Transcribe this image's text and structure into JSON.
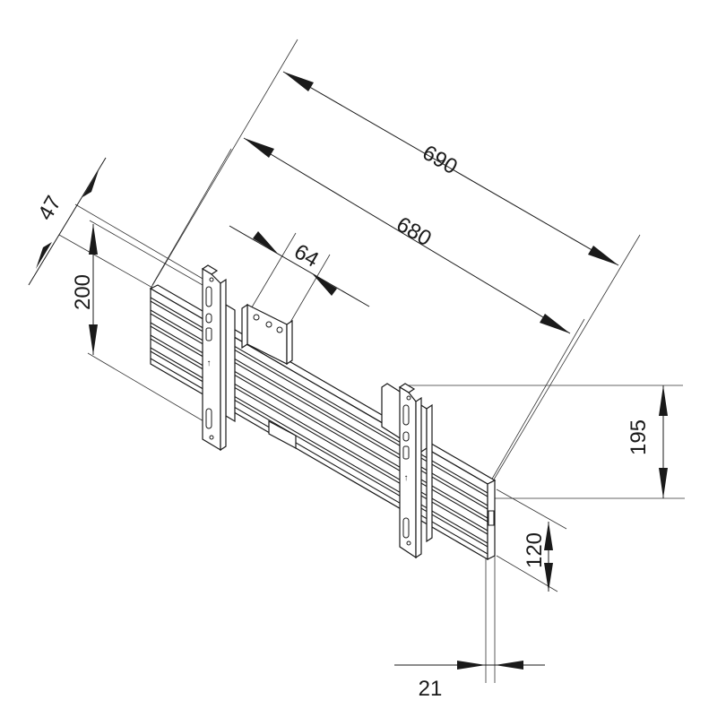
{
  "dimensions": {
    "d690": "690",
    "d680": "680",
    "d64": "64",
    "d47": "47",
    "d200": "200",
    "d195": "195",
    "d120": "120",
    "d21": "21"
  }
}
